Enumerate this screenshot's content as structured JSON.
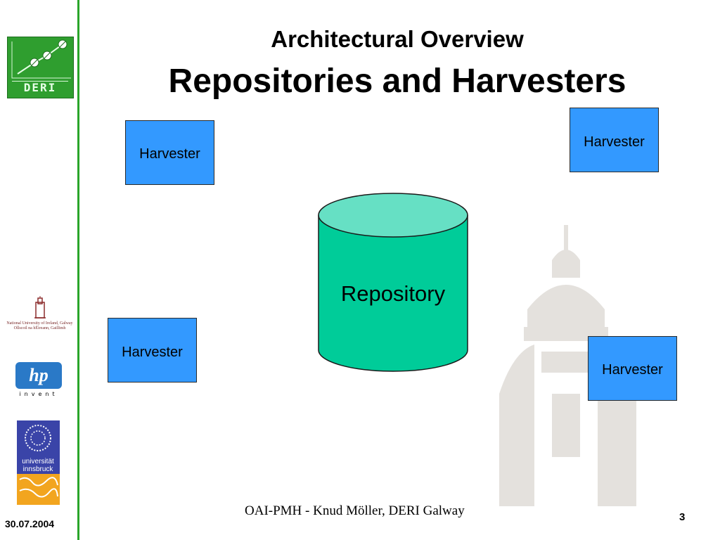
{
  "slide": {
    "title_line1": "Architectural Overview",
    "title_line2": "Repositories and Harvesters",
    "date": "30.07.2004",
    "footer": "OAI-PMH - Knud Möller, DERI Galway",
    "page_number": "3"
  },
  "logos": {
    "deri_text": "DERI",
    "nuig_text": "National University of Ireland, Galway",
    "nuig_subtext": "Ollscoil na hÉireann, Gaillimh",
    "hp_text": "hp",
    "hp_tagline": "invent",
    "innsbruck_text_1": "universität",
    "innsbruck_text_2": "innsbruck"
  },
  "diagram": {
    "repository_label": "Repository",
    "harvesters": [
      {
        "label": "Harvester"
      },
      {
        "label": "Harvester"
      },
      {
        "label": "Harvester"
      },
      {
        "label": "Harvester"
      }
    ]
  },
  "colors": {
    "harvester_fill": "#3399ff",
    "repository_fill": "#00cc99",
    "repository_top": "#66e0c4",
    "sidebar_line": "#2aa52a",
    "deri_green": "#2f9e2f"
  }
}
